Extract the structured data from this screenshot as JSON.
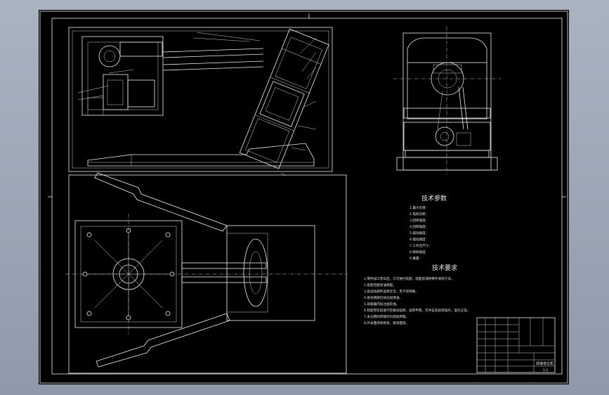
{
  "tech_params": {
    "title": "技术参数",
    "lines": [
      "1.最大负荷：",
      "2.电机功率：",
      "3.回转速度：",
      "4.回转角度：",
      "5.摆动角度：",
      "6.摆动速度：",
      "7.工作台尺寸：",
      "8.倾斜角度：",
      "9.重量："
    ]
  },
  "tech_requirements": {
    "title": "技术要求",
    "lines": [
      "1.零件加工完毕后，方可进行装配，装配前须将零件清洗干净。",
      "2.各配合面涂油装配。",
      "3.各运动部件运转灵活，无卡滞现象。",
      "4.各润滑部位加注润滑油。",
      "5.减速器内加注齿轮油。",
      "6.装配完毕后进行空载试运转，运转平稳，无冲击及异常噪声，温升正常。",
      "7.未注明的焊缝均为连续焊缝。",
      "8.外表面涂防锈漆，再涂面漆。"
    ]
  },
  "title_block": {
    "drawing_title": "焊接变位机",
    "scale": "1:1"
  }
}
